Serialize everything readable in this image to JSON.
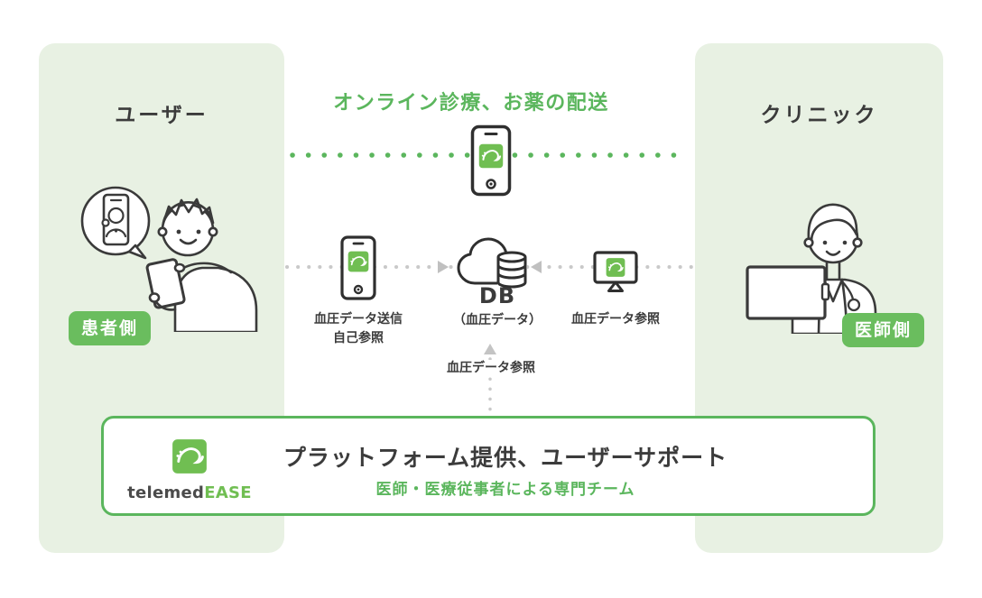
{
  "colors": {
    "accent_green": "#5bb65d",
    "panel_bg": "#e8f1e3",
    "badge_green": "#6abd5e",
    "logo_green": "#70be52",
    "dark_text": "#3b3b3b",
    "connector_gray": "#c9c9c9"
  },
  "flow": {
    "title": "オンライン診療、お薬の配送"
  },
  "user_panel": {
    "title": "ユーザー",
    "badge": "患者側"
  },
  "clinic_panel": {
    "title": "クリニック",
    "badge": "医師側"
  },
  "data_flow": {
    "phone_label_line1": "血圧データ送信",
    "phone_label_line2": "自己参照",
    "db_title": "DB",
    "db_subtitle": "（血圧データ）",
    "monitor_label": "血圧データ参照",
    "db_lookup_label": "血圧データ参照"
  },
  "platform_box": {
    "brand_dark": "telemed",
    "brand_green": "EASE",
    "title": "プラットフォーム提供、ユーザーサポート",
    "subtitle": "医師・医療従事者による専門チーム"
  }
}
